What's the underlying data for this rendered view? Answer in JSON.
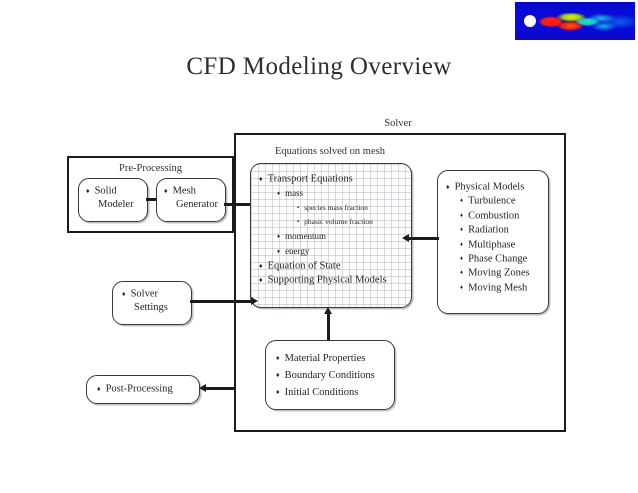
{
  "slide": {
    "title": "CFD Modeling Overview",
    "logo_name": "cfd-vortex-shedding-logo",
    "background": "#ffffff",
    "title_color": "#2e2e2e"
  },
  "diagram": {
    "preprocessing": {
      "label": "Pre-Processing",
      "items": [
        {
          "lines": [
            "Solid",
            "Modeler"
          ]
        },
        {
          "lines": [
            "Mesh",
            "Generator"
          ]
        }
      ]
    },
    "solver": {
      "label": "Solver",
      "equations": {
        "caption": "Equations solved on mesh",
        "items": [
          {
            "level": 1,
            "text": "Transport Equations"
          },
          {
            "level": 2,
            "text": "mass"
          },
          {
            "level": 3,
            "text": "species mass fraction"
          },
          {
            "level": 3,
            "text": "phasic volume fraction"
          },
          {
            "level": 2,
            "text": "momentum"
          },
          {
            "level": 2,
            "text": "energy"
          },
          {
            "level": 1,
            "text": "Equation of State"
          },
          {
            "level": 1,
            "text": "Supporting Physical Models"
          }
        ]
      },
      "physical_models": {
        "items": [
          {
            "level": 1,
            "text": "Physical Models"
          },
          {
            "level": 2,
            "text": "Turbulence"
          },
          {
            "level": 2,
            "text": "Combustion"
          },
          {
            "level": 2,
            "text": "Radiation"
          },
          {
            "level": 2,
            "text": "Multiphase"
          },
          {
            "level": 2,
            "text": "Phase Change"
          },
          {
            "level": 2,
            "text": "Moving Zones"
          },
          {
            "level": 2,
            "text": "Moving Mesh"
          }
        ]
      },
      "inputs": {
        "items": [
          {
            "level": 1,
            "text": "Material Properties"
          },
          {
            "level": 1,
            "text": "Boundary Conditions"
          },
          {
            "level": 1,
            "text": "Initial Conditions"
          }
        ]
      }
    },
    "solver_settings": {
      "lines": [
        "Solver",
        "Settings"
      ]
    },
    "postprocessing": {
      "text": "Post-Processing"
    }
  }
}
